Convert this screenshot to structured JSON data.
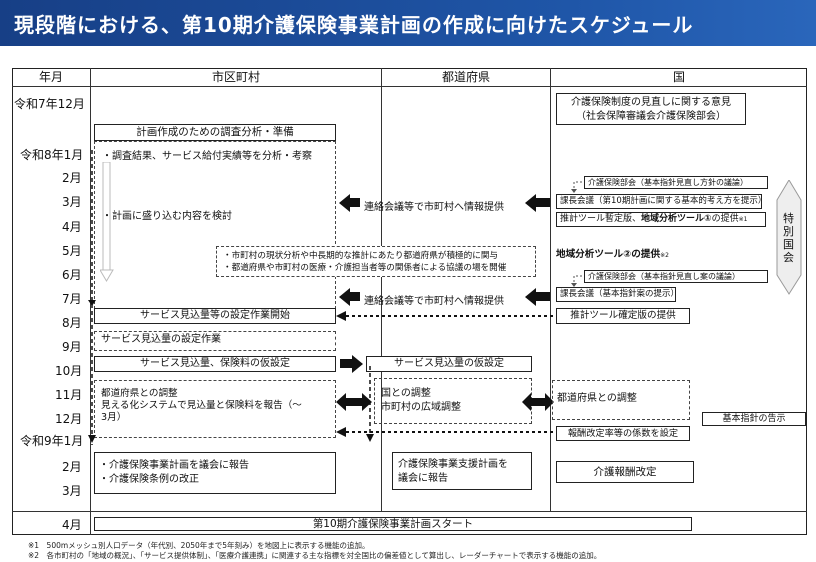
{
  "title": "現段階における、第10期介護保険事業計画の作成に向けたスケジュール",
  "columns": {
    "month": "年月",
    "municipality": "市区町村",
    "prefecture": "都道府県",
    "national": "国"
  },
  "months": [
    "令和7年12月",
    "令和8年1月",
    "2月",
    "3月",
    "4月",
    "5月",
    "6月",
    "7月",
    "8月",
    "9月",
    "10月",
    "11月",
    "12月",
    "令和9年1月",
    "2月",
    "3月",
    "4月"
  ],
  "municipality": {
    "survey_header": "計画作成のための調査分析・準備",
    "survey_items": [
      "・調査結果、サービス給付実績等を分析・考察",
      "・計画に盛り込む内容を検討"
    ],
    "support_lines": [
      "・市町村の現状分析や中長期的な推計にあたり都道府県が積極的に関与",
      "・都道府県や市町村の医療・介護担当者等の関係者による協議の場を開催"
    ],
    "estimate_start": "サービス見込量等の設定作業開始",
    "estimate_setting": "サービス見込量の設定作業",
    "provisional": "サービス見込量、保険料の仮設定",
    "coordination_lines": [
      "都道府県との調整",
      "見える化システムで見込量と保険料を報告（～",
      "3月）"
    ],
    "council_lines": [
      "・介護保険事業計画を議会に報告",
      "・介護保険条例の改正"
    ]
  },
  "prefecture": {
    "info_1": "連絡会議等で市町村へ情報提供",
    "info_2": "連絡会議等で市町村へ情報提供",
    "provisional": "サービス見込量の仮設定",
    "coordination_lines": [
      "国との調整",
      "市町村の広域調整"
    ],
    "support_plan_lines": [
      "介護保険事業支援計画を",
      "議会に報告"
    ]
  },
  "national": {
    "review_lines": [
      "介護保険制度の見直しに関する意見",
      "（社会保障審議会介護保険部会）"
    ],
    "subcommittee_1": "介護保険部会（基本指針見直し方針の議論）",
    "directors_meeting_1": "課長会議（第10期計画に関する基本的考え方を提示）",
    "tool_provisional_prefix": "推計ツール暫定版、",
    "tool_provisional_bold": "地域分析ツール①",
    "tool_provisional_suffix": "の提供",
    "tool_provisional_note": "※1",
    "tool_2_bold": "地域分析ツール②の提供",
    "tool_2_note": "※2",
    "subcommittee_2": "介護保険部会（基本指針見直し案の議論）",
    "directors_meeting_2": "課長会議（基本指針案の提示）",
    "tool_final": "推計ツール確定版の提供",
    "coordination": "都道府県との調整",
    "basic_guideline": "基本指針の告示",
    "fee_coefficient": "報酬改定率等の係数を設定",
    "fee_revision": "介護報酬改定",
    "special_diet": "特別国会"
  },
  "start_banner": "第10期介護保険事業計画スタート",
  "footnotes": [
    "※1　500mメッシュ別人口データ（年代別、2050年まで5年刻み）を地図上に表示する機能の追加。",
    "※2　各市町村の「地域の概況」、「サービス提供体制」、「医療介護連携」に関連する主な指標を対全国比の偏差値として算出し、レーダーチャートで表示する機能の追加。"
  ]
}
